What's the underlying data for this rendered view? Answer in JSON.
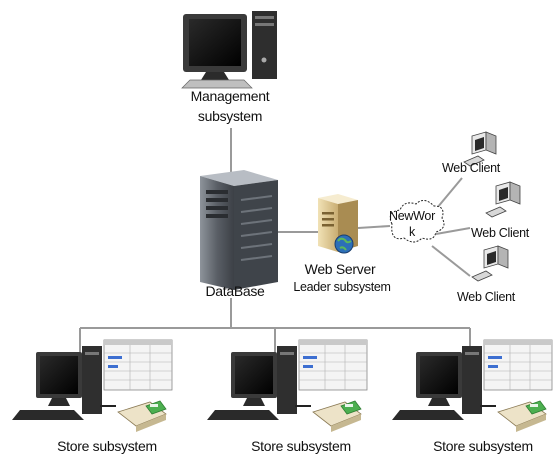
{
  "labels": {
    "management_line1": "Management",
    "management_line2": "subsystem",
    "database": "DataBase",
    "web_server": "Web Server",
    "leader_subsystem": "Leader subsystem",
    "network_line1": "NewWor",
    "network_line2": "k",
    "web_client": "Web Client",
    "store_subsystem": "Store subsystem"
  },
  "icons": {
    "management": "desktop-computer-icon",
    "database": "server-tower-icon",
    "web_server": "web-server-icon",
    "network": "cloud-network-icon",
    "web_client": "client-computer-icon",
    "store": "store-workstation-icon",
    "card_reader": "card-reader-icon"
  },
  "colors": {
    "connector": "#9a9a9a",
    "screen": "#0b0b0b",
    "monitor_body": "#3a3a3a",
    "server_body": "#5a5f66",
    "card_reader_green": "#4caf50"
  }
}
